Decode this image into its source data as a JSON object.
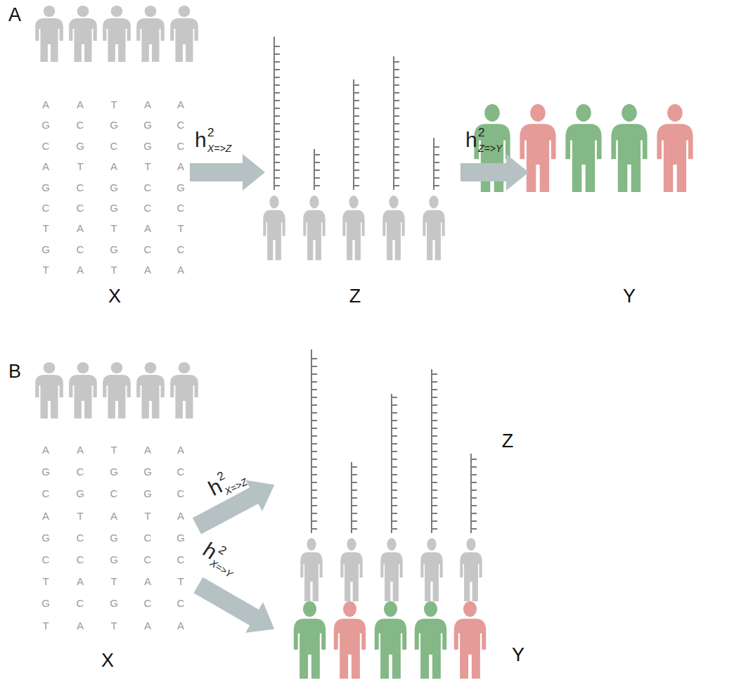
{
  "diagram": {
    "labels": [
      "A",
      "A",
      "A",
      "T",
      "A",
      "A",
      "G",
      "C",
      "G",
      "G",
      "C",
      "C",
      "G",
      "C",
      "G",
      "C",
      "A",
      "T",
      "A",
      "T",
      "A",
      "G",
      "C",
      "G",
      "C",
      "G",
      "C",
      "C",
      "G",
      "C",
      "C",
      "T",
      "A",
      "T",
      "A",
      "T",
      "G",
      "C",
      "G",
      "C",
      "C",
      "T",
      "A",
      "T",
      "A",
      "A",
      "X",
      "h",
      "2",
      "X=>Z",
      "h",
      "2",
      "Z=>Y",
      "Z",
      "Y",
      "B",
      "A",
      "A",
      "T",
      "A",
      "A",
      "G",
      "C",
      "G",
      "G",
      "C",
      "C",
      "G",
      "C",
      "G",
      "C",
      "A",
      "T",
      "A",
      "T",
      "A",
      "G",
      "C",
      "G",
      "C",
      "G",
      "C",
      "C",
      "G",
      "C",
      "C",
      "T",
      "A",
      "T",
      "A",
      "T",
      "G",
      "C",
      "G",
      "C",
      "C",
      "T",
      "A",
      "T",
      "A",
      "A",
      "X",
      "h",
      "2",
      "X=>Z",
      "h",
      "2",
      "X=>Y",
      "Z",
      "Y"
    ]
  }
}
